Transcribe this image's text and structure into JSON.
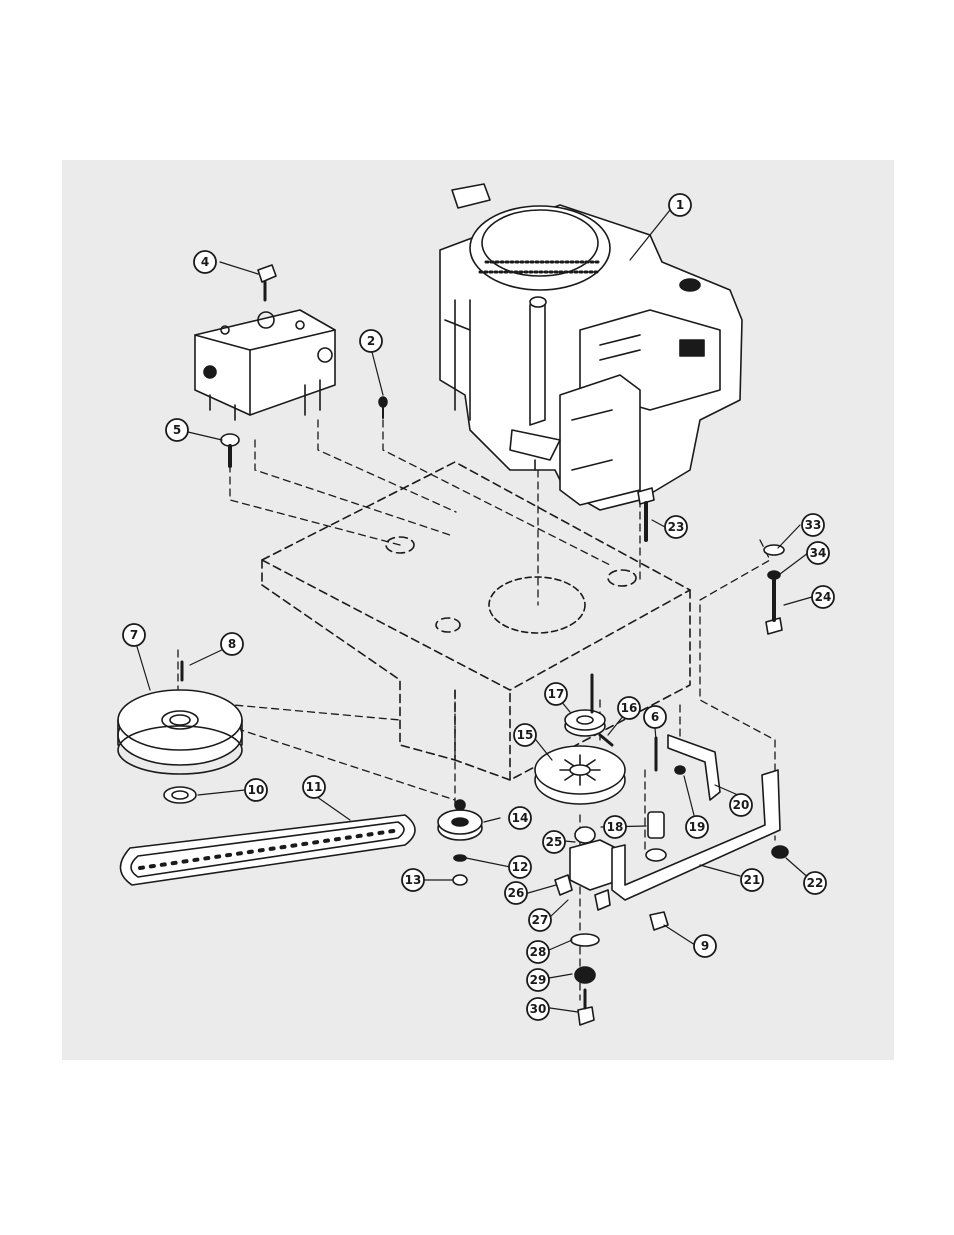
{
  "diagram": {
    "callouts": [
      {
        "label": "1"
      },
      {
        "label": "2"
      },
      {
        "label": "4"
      },
      {
        "label": "5"
      },
      {
        "label": "6"
      },
      {
        "label": "7"
      },
      {
        "label": "8"
      },
      {
        "label": "9"
      },
      {
        "label": "10"
      },
      {
        "label": "11"
      },
      {
        "label": "12"
      },
      {
        "label": "13"
      },
      {
        "label": "14"
      },
      {
        "label": "15"
      },
      {
        "label": "16"
      },
      {
        "label": "17"
      },
      {
        "label": "18"
      },
      {
        "label": "19"
      },
      {
        "label": "20"
      },
      {
        "label": "21"
      },
      {
        "label": "22"
      },
      {
        "label": "23"
      },
      {
        "label": "24"
      },
      {
        "label": "25"
      },
      {
        "label": "26"
      },
      {
        "label": "27"
      },
      {
        "label": "28"
      },
      {
        "label": "29"
      },
      {
        "label": "30"
      },
      {
        "label": "33"
      },
      {
        "label": "34"
      }
    ]
  },
  "colors": {
    "ink": "#1a1a1a",
    "scan_background": "#ebebeb",
    "page_background": "#ffffff"
  }
}
